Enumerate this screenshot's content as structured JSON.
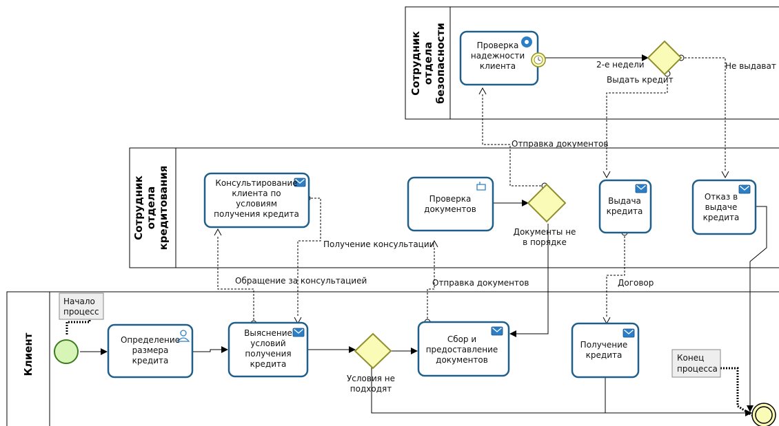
{
  "lanes": {
    "security": [
      "Сотрудник",
      "отдела",
      "безопасности"
    ],
    "credit": [
      "Сотрудник",
      "отдела",
      "кредитования"
    ],
    "client": [
      "Клиент"
    ]
  },
  "tasks": {
    "check_reliability": [
      "Проверка",
      "надежности",
      "клиента"
    ],
    "consulting": [
      "Консультирование",
      "клиента по",
      "условиям",
      "получения кредита"
    ],
    "check_docs": [
      "Проверка",
      "документов"
    ],
    "issue_credit": [
      "Выдача",
      "кредита"
    ],
    "refuse_credit": [
      "Отказ в",
      "выдаче",
      "кредита"
    ],
    "define_size": [
      "Определение",
      "размера",
      "кредита"
    ],
    "clarify_terms": [
      "Выяснение",
      "условий",
      "получения",
      "кредита"
    ],
    "collect_docs": [
      "Сбор и",
      "предоставление",
      "документов"
    ],
    "receive_credit": [
      "Получение",
      "кредита"
    ]
  },
  "flow_labels": {
    "two_weeks": "2-е недели",
    "give_credit": "Выдать кредит",
    "no_give": "Не выдават",
    "send_docs_top": "Отправка документов",
    "docs_not_ok": [
      "Документы не",
      "в порядке"
    ],
    "get_consult": "Получение консультации",
    "ask_consult": "Обращение за консультацией",
    "send_docs_bottom": "Отправка документов",
    "contract": "Договор",
    "terms_not_fit": [
      "Условия не",
      "подходят"
    ]
  },
  "notes": {
    "start": [
      "Начало",
      "процесс"
    ],
    "end": [
      "Конец",
      "процесса"
    ]
  },
  "colors": {
    "task_stroke": "#1d5f8a",
    "task_fill": "#ffffff",
    "gateway_fill": "#fbfbb8",
    "gateway_stroke": "#8f8f2c",
    "start_fill": "#d8f5b8",
    "start_stroke": "#3b7b1e"
  }
}
